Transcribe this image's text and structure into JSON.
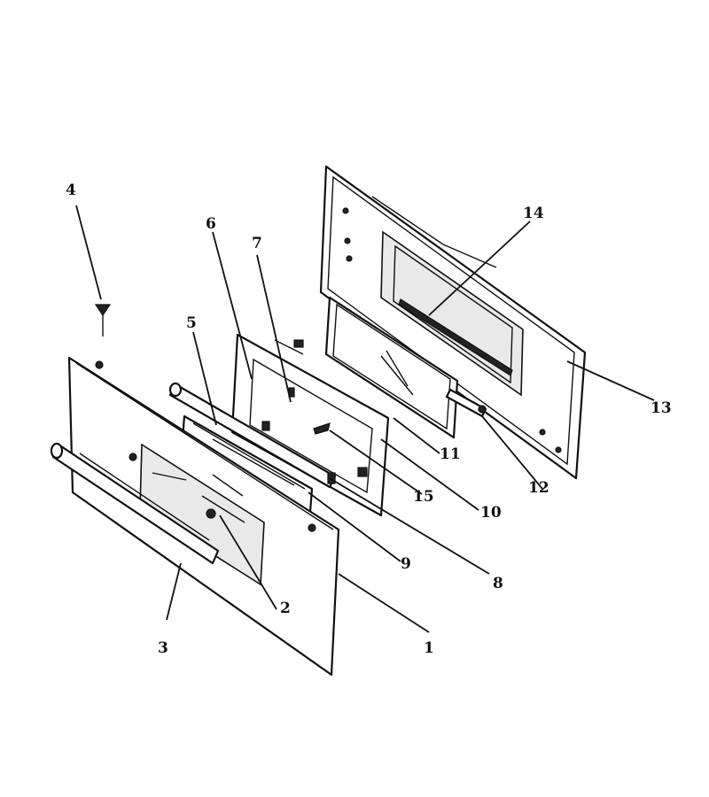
{
  "callouts": [
    "1",
    "2",
    "3",
    "4",
    "5",
    "6",
    "7",
    "8",
    "9",
    "10",
    "11",
    "12",
    "13",
    "14",
    "15"
  ],
  "colors": {
    "line": "#111111",
    "background": "#ffffff",
    "shade": "#e9e9e9"
  }
}
